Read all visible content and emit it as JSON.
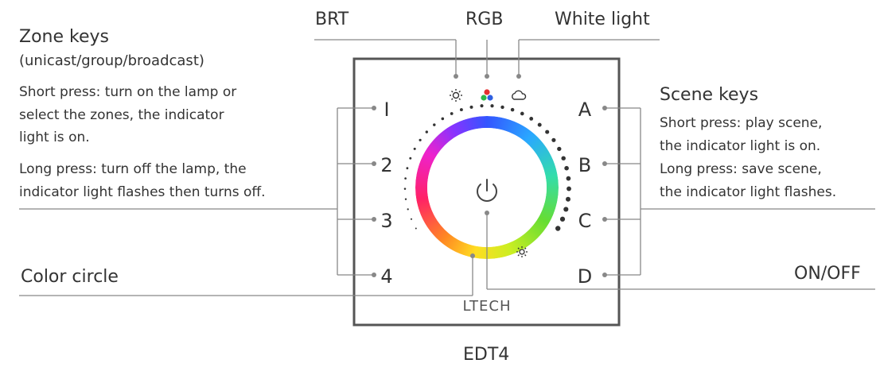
{
  "top_labels": {
    "brt": "BRT",
    "rgb": "RGB",
    "white": "White light"
  },
  "zone": {
    "title": "Zone keys",
    "subtitle": "(unicast/group/broadcast)",
    "short_lines": [
      "Short press: turn on the lamp or",
      "select the zones, the indicator",
      "light is on."
    ],
    "long_lines": [
      "Long press: turn off the lamp, the",
      "indicator light flashes then turns off."
    ]
  },
  "scene": {
    "title": "Scene keys",
    "lines": [
      "Short press: play scene,",
      "the indicator light is on.",
      "Long press: save scene,",
      "the indicator light flashes."
    ]
  },
  "color_circle_label": "Color circle",
  "onoff_label": "ON/OFF",
  "zone_keys": [
    "I",
    "2",
    "3",
    "4"
  ],
  "scene_keys": [
    "A",
    "B",
    "C",
    "D"
  ],
  "brand": "LTECH",
  "model": "EDT4",
  "colors": {
    "line": "#888888",
    "frame": "#555555",
    "text": "#333333"
  },
  "icons": {
    "brt": "sun-icon",
    "rgb": "rgb-dots-icon",
    "white": "cloud-icon",
    "power": "power-icon"
  }
}
